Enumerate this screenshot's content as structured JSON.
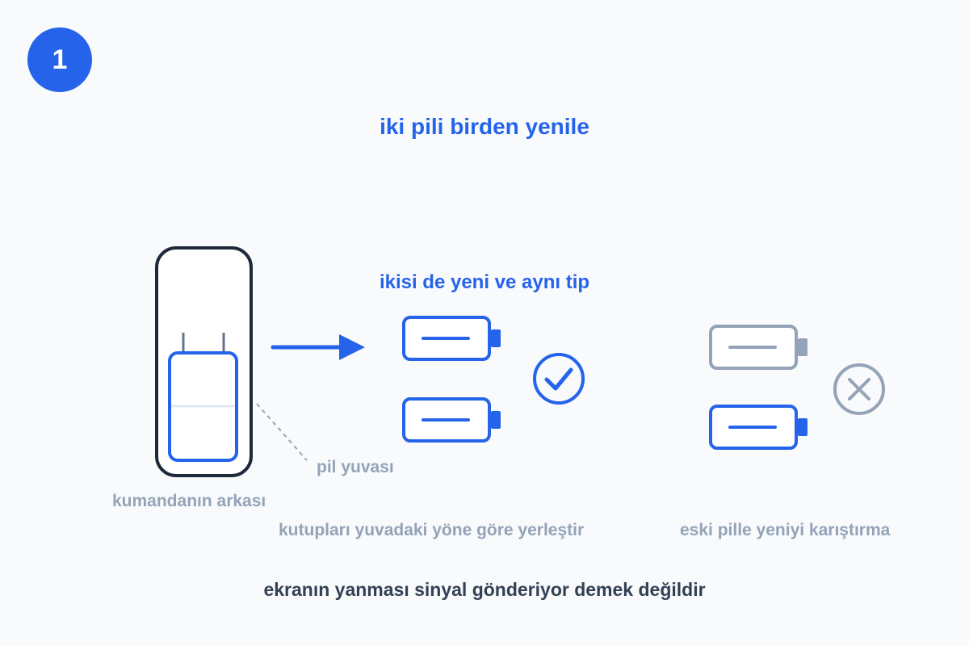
{
  "step_number": "1",
  "title": "iki pili birden yenile",
  "subtitle": "ikisi de yeni ve aynı tip",
  "labels": {
    "remote_back": "kumandanın arkası",
    "battery_slot": "pil yuvası",
    "polarity_hint": "kutupları yuvadaki yöne göre yerleştir",
    "no_mixing": "eski pille yeniyi karıştırma"
  },
  "footer": "ekranın yanması sinyal gönderiyor demek değildir",
  "icons": {
    "correct": "check-circle-icon",
    "wrong": "x-circle-icon",
    "direction": "arrow-right-icon"
  },
  "colors": {
    "accent": "#2563eb",
    "outline_dark": "#1e293b",
    "muted": "#94a3b8",
    "footer_text": "#334155",
    "background": "#f8fafc"
  }
}
